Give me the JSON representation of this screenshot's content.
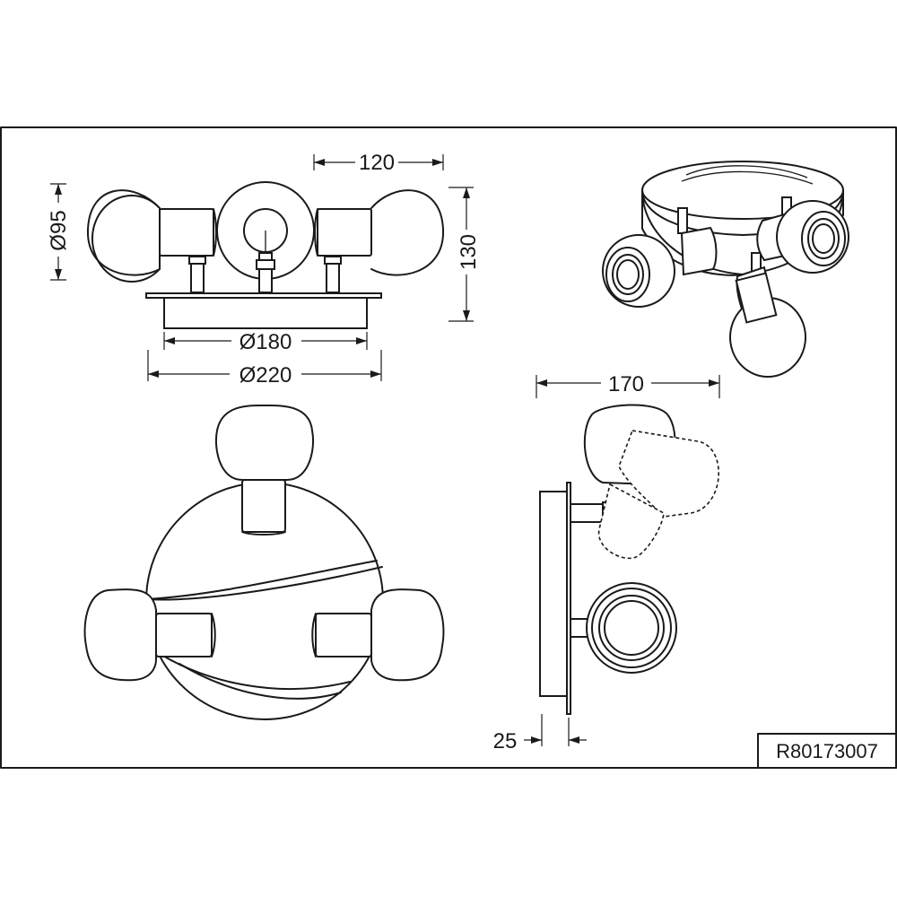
{
  "dimensions": {
    "width_120": "120",
    "diameter_95": "Ø95",
    "height_130": "130",
    "diameter_180": "Ø180",
    "diameter_220": "Ø220",
    "depth_170": "170",
    "plate_25": "25"
  },
  "product_code": "R80173007"
}
